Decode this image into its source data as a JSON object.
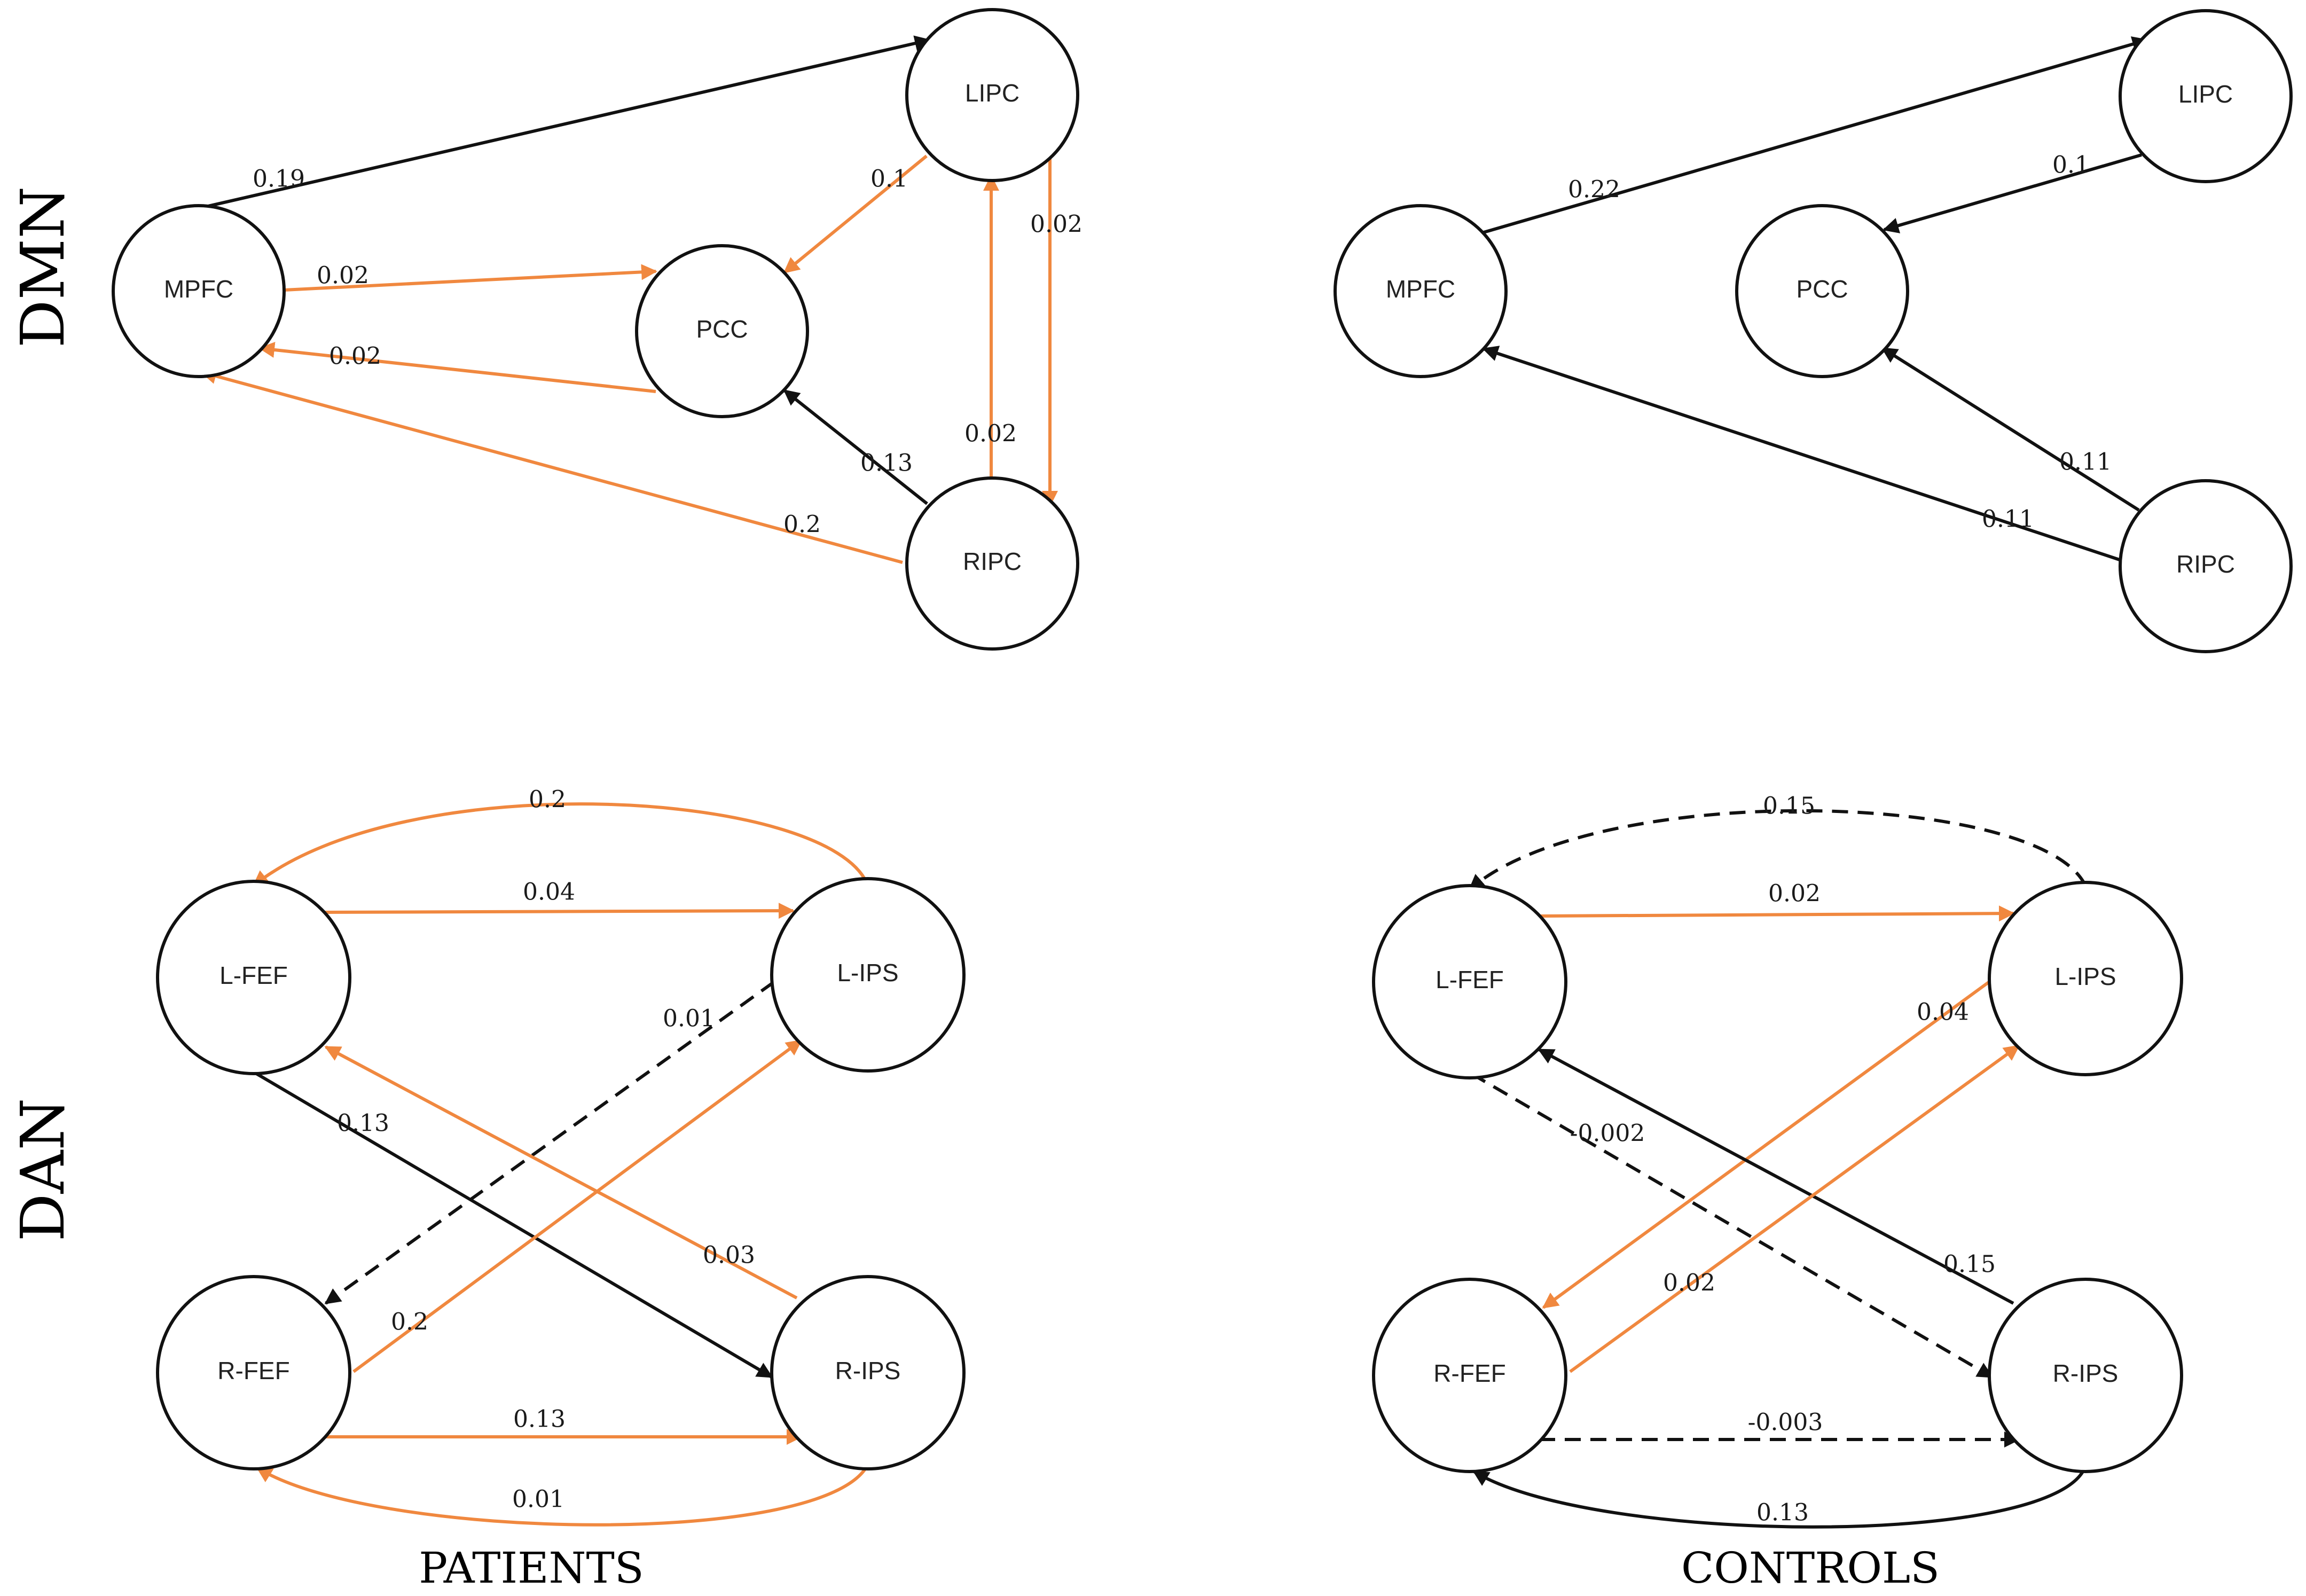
{
  "colors": {
    "positive_orange": "#f0883f",
    "black": "#111111"
  },
  "row_labels": {
    "dmn": "DMN",
    "dan": "DAN"
  },
  "column_labels": {
    "patients": "PATIENTS",
    "controls": "CONTROLS"
  },
  "panels": {
    "dmn_patients": {
      "nodes": {
        "mpfc": "MPFC",
        "pcc": "PCC",
        "lipc": "LIPC",
        "ripc": "RIPC"
      },
      "edges": {
        "mpfc_lipc": {
          "label": "0.19",
          "color": "black",
          "style": "solid"
        },
        "mpfc_pcc": {
          "label": "0.02",
          "color": "orange",
          "style": "solid"
        },
        "pcc_mpfc": {
          "label": "0.02",
          "color": "orange",
          "style": "solid"
        },
        "ripc_mpfc": {
          "label": "0.2",
          "color": "orange",
          "style": "solid"
        },
        "lipc_pcc": {
          "label": "0.1",
          "color": "orange",
          "style": "solid"
        },
        "ripc_pcc": {
          "label": "0.13",
          "color": "black",
          "style": "solid"
        },
        "ripc_lipc": {
          "label": "0.02",
          "color": "orange",
          "style": "solid"
        },
        "lipc_ripc": {
          "label": "0.02",
          "color": "orange",
          "style": "solid"
        }
      }
    },
    "dmn_controls": {
      "nodes": {
        "mpfc": "MPFC",
        "pcc": "PCC",
        "lipc": "LIPC",
        "ripc": "RIPC"
      },
      "edges": {
        "mpfc_lipc": {
          "label": "0.22",
          "color": "black",
          "style": "solid"
        },
        "lipc_pcc": {
          "label": "0.1",
          "color": "black",
          "style": "solid"
        },
        "ripc_pcc": {
          "label": "0.11",
          "color": "black",
          "style": "solid"
        },
        "ripc_mpfc": {
          "label": "0.11",
          "color": "black",
          "style": "solid"
        }
      }
    },
    "dan_patients": {
      "nodes": {
        "lfef": "L-FEF",
        "lips": "L-IPS",
        "rfef": "R-FEF",
        "rips": "R-IPS"
      },
      "edges": {
        "lips_lfef": {
          "label": "0.2",
          "color": "orange",
          "style": "solid"
        },
        "lfef_lips": {
          "label": "0.04",
          "color": "orange",
          "style": "solid"
        },
        "lips_rfef": {
          "label": "0.01",
          "color": "black",
          "style": "dashed"
        },
        "lfef_rips": {
          "label": "0.13",
          "color": "black",
          "style": "solid"
        },
        "rips_lfef": {
          "label": "0.03",
          "color": "orange",
          "style": "solid"
        },
        "rfef_lips": {
          "label": "0.2",
          "color": "orange",
          "style": "solid"
        },
        "rfef_rips": {
          "label": "0.13",
          "color": "orange",
          "style": "solid"
        },
        "rips_rfef": {
          "label": "0.01",
          "color": "orange",
          "style": "solid"
        }
      }
    },
    "dan_controls": {
      "nodes": {
        "lfef": "L-FEF",
        "lips": "L-IPS",
        "rfef": "R-FEF",
        "rips": "R-IPS"
      },
      "edges": {
        "lips_lfef": {
          "label": "0.15",
          "color": "black",
          "style": "dashed"
        },
        "lfef_lips": {
          "label": "0.02",
          "color": "orange",
          "style": "solid"
        },
        "lips_rfef": {
          "label": "0.04",
          "color": "orange",
          "style": "solid"
        },
        "lfef_rips": {
          "label": "-0.002",
          "color": "black",
          "style": "dashed"
        },
        "rips_lfef": {
          "label": "0.15",
          "color": "black",
          "style": "solid"
        },
        "rfef_lips": {
          "label": "0.02",
          "color": "orange",
          "style": "solid"
        },
        "rfef_rips": {
          "label": "-0.003",
          "color": "black",
          "style": "dashed"
        },
        "rips_rfef": {
          "label": "0.13",
          "color": "black",
          "style": "solid"
        }
      }
    }
  }
}
